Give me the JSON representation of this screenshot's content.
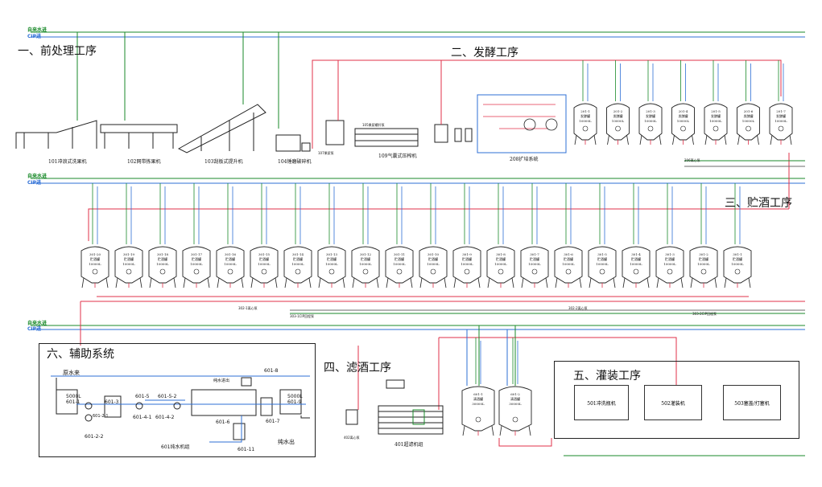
{
  "lines": {
    "water": "自来水进",
    "cip": "CIP进",
    "colors": {
      "water": "#1a8a2a",
      "cip": "#2e6fd6",
      "pipe": "#e0304a",
      "steam": "#6a6a6a"
    }
  },
  "sections": {
    "s1": "一、前处理工序",
    "s2": "二、发酵工序",
    "s3": "三、贮酒工序",
    "s4": "四、滤酒工序",
    "s5": "五、灌装工序",
    "s6": "六、辅助系统"
  },
  "pre": {
    "m101": "101冲浪式洗果机",
    "m102": "102网带拣果机",
    "m103": "103刮板式提升机",
    "m104": "104锤磨破碎机",
    "m107": "107果浆泵",
    "m105": "105果浆螺杆泵",
    "m109": "109气囊式压榨机",
    "m208": "208扩培系统"
  },
  "ferment_tanks": [
    {
      "id": "201-1",
      "name": "发酵罐",
      "cap": "10000L"
    },
    {
      "id": "201-2",
      "name": "发酵罐",
      "cap": "10000L"
    },
    {
      "id": "201-3",
      "name": "发酵罐",
      "cap": "10000L"
    },
    {
      "id": "201-4",
      "name": "发酵罐",
      "cap": "10000L"
    },
    {
      "id": "201-5",
      "name": "发酵罐",
      "cap": "10000L"
    },
    {
      "id": "201-6",
      "name": "发酵罐",
      "cap": "10000L"
    },
    {
      "id": "201-7",
      "name": "发酵罐",
      "cap": "10000L"
    }
  ],
  "ferment_pump": "206离心泵",
  "storage_tanks": [
    {
      "id": "301-20",
      "name": "贮酒罐",
      "cap": "10000L"
    },
    {
      "id": "301-19",
      "name": "贮酒罐",
      "cap": "10000L"
    },
    {
      "id": "301-18",
      "name": "贮酒罐",
      "cap": "10000L"
    },
    {
      "id": "301-17",
      "name": "贮酒罐",
      "cap": "10000L"
    },
    {
      "id": "301-16",
      "name": "贮酒罐",
      "cap": "10000L"
    },
    {
      "id": "301-15",
      "name": "贮酒罐",
      "cap": "10000L"
    },
    {
      "id": "301-14",
      "name": "贮酒罐",
      "cap": "10000L"
    },
    {
      "id": "301-13",
      "name": "贮酒罐",
      "cap": "10000L"
    },
    {
      "id": "301-12",
      "name": "贮酒罐",
      "cap": "10000L"
    },
    {
      "id": "301-11",
      "name": "贮酒罐",
      "cap": "10000L"
    },
    {
      "id": "301-10",
      "name": "贮酒罐",
      "cap": "10000L"
    },
    {
      "id": "301-9",
      "name": "贮酒罐",
      "cap": "10000L"
    },
    {
      "id": "301-8",
      "name": "贮酒罐",
      "cap": "10000L"
    },
    {
      "id": "301-7",
      "name": "贮酒罐",
      "cap": "10000L"
    },
    {
      "id": "301-6",
      "name": "贮酒罐",
      "cap": "10000L"
    },
    {
      "id": "301-5",
      "name": "贮酒罐",
      "cap": "10000L"
    },
    {
      "id": "301-4",
      "name": "贮酒罐",
      "cap": "10000L"
    },
    {
      "id": "301-3",
      "name": "贮酒罐",
      "cap": "10000L"
    },
    {
      "id": "301-2",
      "name": "贮酒罐",
      "cap": "10000L"
    },
    {
      "id": "301-1",
      "name": "贮酒罐",
      "cap": "10000L"
    }
  ],
  "storage_pumps": {
    "p1": "302-1离心泵",
    "p2": "302-2离心泵",
    "p3": "303-1CIP回程泵",
    "p4": "303-2CIP回程泵"
  },
  "filter": {
    "m401": "401超滤机组",
    "pump": "402离心泵"
  },
  "filter_tanks": [
    {
      "id": "601-1",
      "name": "清酒罐",
      "cap": "30000L"
    },
    {
      "id": "601-2",
      "name": "清酒罐",
      "cap": "30000L"
    }
  ],
  "filling": {
    "b1": "501冲洗瓶机",
    "b2": "502灌装机",
    "b3": "503塞盖/打塞机"
  },
  "aux": {
    "raw_water": "原水来",
    "tank1_cap": "5000L",
    "tank1_id": "601-1",
    "tank2_cap": "5000L",
    "tank2_id": "601-9",
    "t3": "601-3",
    "t51": "601-5",
    "t52": "601-5-2",
    "t41": "601-4-1",
    "t42": "601-4-2",
    "p21": "601-2-1",
    "p22": "601-2-2",
    "t6": "601-6",
    "t7": "601-7",
    "t8": "601-8",
    "t11": "601-11",
    "pure_out": "纯水出",
    "pure_water_in": "纯水进出",
    "system": "601纯水机组"
  }
}
